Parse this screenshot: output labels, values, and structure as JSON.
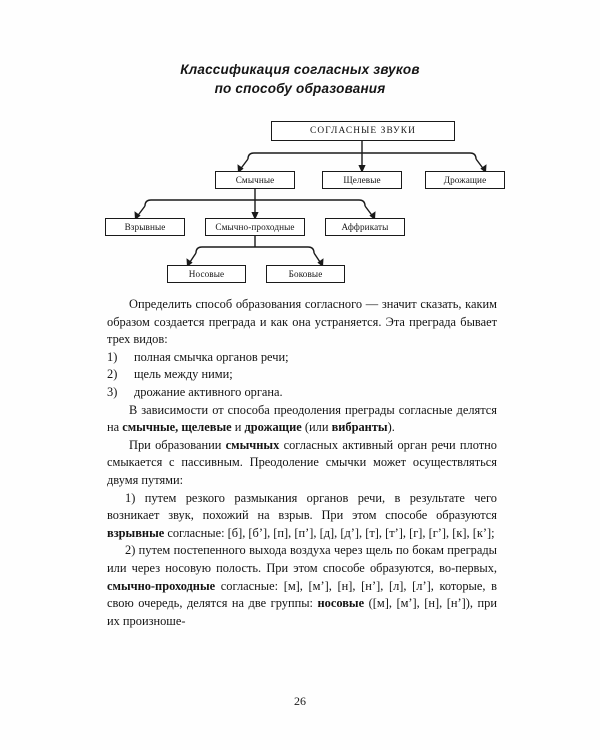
{
  "page": {
    "title_line1": "Классификация согласных звуков",
    "title_line2": "по способу образования",
    "folio": "26"
  },
  "diagram": {
    "name": "classification-of-consonants-tree",
    "nodes": {
      "root": "СОГЛАСНЫЕ ЗВУКИ",
      "level2": [
        "Смычные",
        "Щелевые",
        "Дрожащие"
      ],
      "level3": [
        "Взрывные",
        "Смычно-проходные",
        "Аффрикаты"
      ],
      "level4": [
        "Носовые",
        "Боковые"
      ]
    }
  },
  "content": {
    "p1_a": "Определить способ образования согласного — значит сказать, каким образом создается преграда и как она устраняется. Эта преграда бывает трех видов:",
    "list1": [
      {
        "num": "1)",
        "text": "полная смычка органов речи;"
      },
      {
        "num": "2)",
        "text": "щель между ними;"
      },
      {
        "num": "3)",
        "text": "дрожание активного органа."
      }
    ],
    "p2_a": "В зависимости от способа преодоления преграды согласные делятся на ",
    "p2_b1": "смычные, щелевые",
    "p2_c": " и ",
    "p2_b2": "дрожащие",
    "p2_d": " (или ",
    "p2_b3": "вибранты",
    "p2_e": ").",
    "p3_a": "При образовании ",
    "p3_b1": "смычных",
    "p3_c": " согласных активный орган речи плотно смыкается с пассивным. Преодоление смычки может осуществляться двумя путями:",
    "p4_a": "1) путем резкого размыкания органов речи, в результате чего возникает звук, похожий на взрыв. При этом способе образуются ",
    "p4_b1": "взрывные",
    "p4_c": " согласные: [б], [б’], [п], [п’], [д], [д’], [т], [т’], [г], [г’], [к], [к’];",
    "p5_a": "2) путем постепенного выхода воздуха через щель по бокам преграды или через носовую полость. При этом способе образуются, во-первых, ",
    "p5_b1": "смычно-проходные",
    "p5_c": " согласные: [м], [м’], [н], [н’], [л], [л’], которые, в свою очередь, делятся на две группы: ",
    "p5_b2": "носовые",
    "p5_d": " ([м], [м’], [н], [н’]), при их произноше-"
  }
}
